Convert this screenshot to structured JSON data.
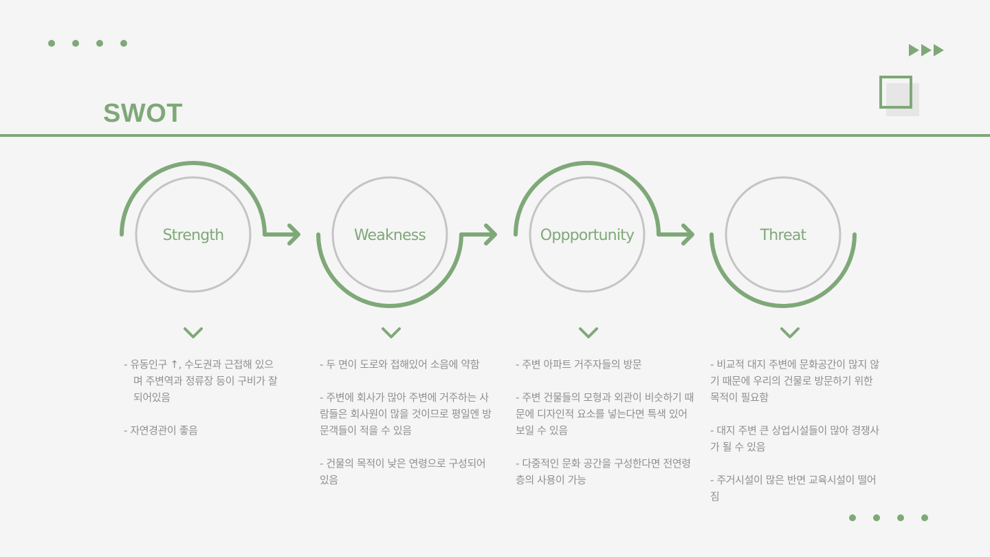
{
  "title": "SWOT",
  "colors": {
    "accent": "#7fa878",
    "circle": "#c4c4c4",
    "text": "#8f8f8f",
    "background": "#f5f5f5"
  },
  "icons": {
    "chevron": "chevron-down-icon",
    "arrow": "arrow-right-icon",
    "play": "play-icon"
  },
  "steps": [
    {
      "label": "Strength"
    },
    {
      "label": "Weakness"
    },
    {
      "label": "Oppportunity"
    },
    {
      "label": "Threat"
    }
  ],
  "columns": [
    {
      "items": [
        "- 유동인구 ↑,  수도권과 근접해 있으며 주변역과 정류장 등이 구비가 잘 되어있음",
        "- 자연경관이 좋음"
      ]
    },
    {
      "items": [
        "- 두 면이 도로와 접해있어 소음에 약함",
        "- 주변에 회사가 많아 주변에 거주하는 사람들은 회사원이 많을 것이므로 평일엔 방문객들이 적을 수 있음",
        "- 건물의 목적이 낮은 연령으로 구성되어 있음"
      ]
    },
    {
      "items": [
        "- 주변 아파트 거주자들의 방문",
        "- 주변 건물들의 모형과 외관이 비슷하기 때문에 디자인적 요소를 넣는다면 특색 있어 보일 수 있음",
        "- 다중적인 문화 공간을 구성한다면 전연령층의 사용이 가능"
      ]
    },
    {
      "items": [
        "- 비교적 대지 주변에 문화공간이 많지 않기 때문에 우리의 건물로 방문하기 위한 목적이 필요함",
        "- 대지 주변 큰 상업시설들이 많아 경쟁사가 될 수 있음",
        "- 주거시설이 많은 반면 교육시설이 떨어짐"
      ]
    }
  ]
}
